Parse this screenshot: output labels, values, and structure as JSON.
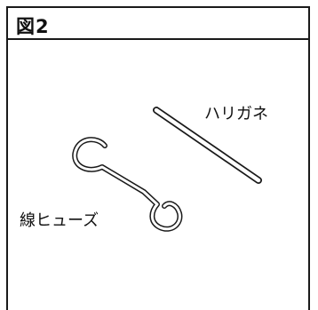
{
  "figure": {
    "title": "図2",
    "labels": {
      "wire": "ハリガネ",
      "fuse": "線ヒューズ"
    }
  }
}
